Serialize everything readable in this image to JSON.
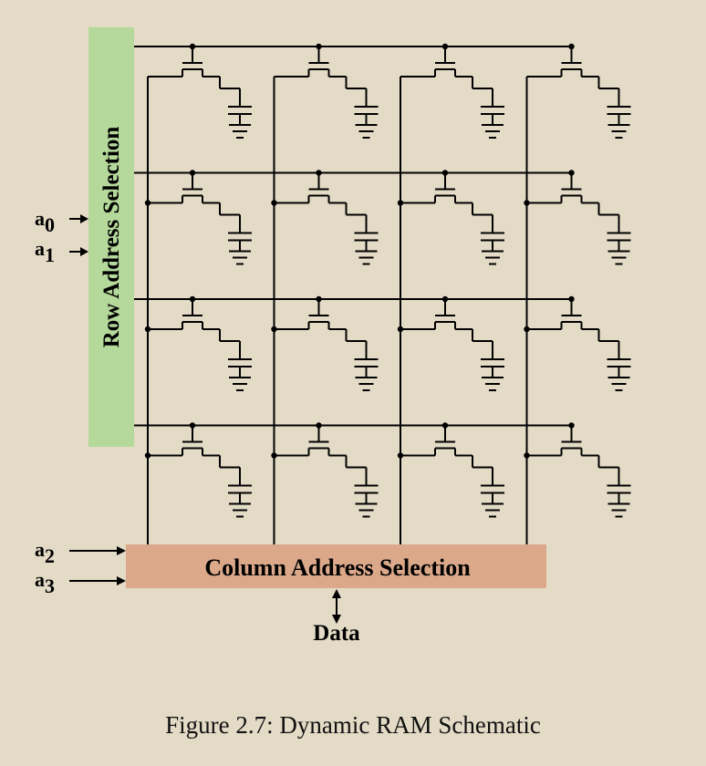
{
  "diagram": {
    "row_selector": {
      "label": "Row Address Selection",
      "color": "#b5d89b"
    },
    "column_selector": {
      "label": "Column Address Selection",
      "color": "#dba98a"
    },
    "address_inputs": [
      {
        "letter": "a",
        "sub": "0"
      },
      {
        "letter": "a",
        "sub": "1"
      },
      {
        "letter": "a",
        "sub": "2"
      },
      {
        "letter": "a",
        "sub": "3"
      }
    ],
    "data_label": "Data",
    "grid": {
      "rows": 4,
      "columns": 4
    },
    "cell_components": [
      "transistor-icon",
      "capacitor-icon",
      "ground-icon"
    ]
  },
  "caption": "Figure 2.7: Dynamic RAM Schematic",
  "colors": {
    "background": "#e4dbc7",
    "wire": "#000000"
  }
}
